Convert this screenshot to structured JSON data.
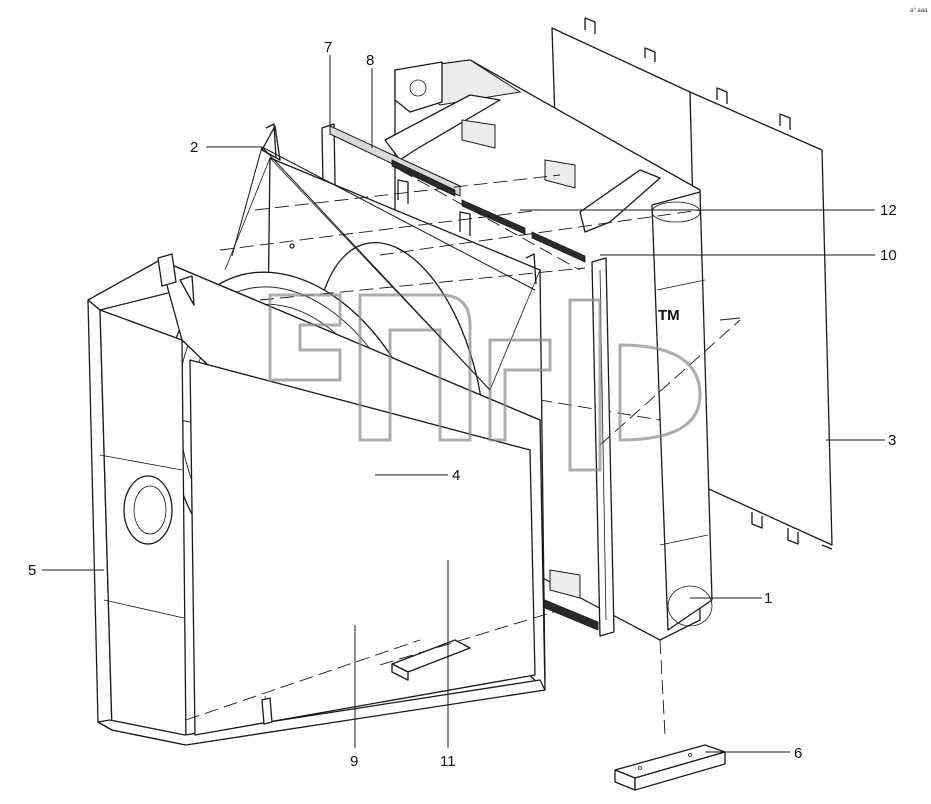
{
  "callouts": [
    "1",
    "2",
    "3",
    "4",
    "5",
    "6",
    "7",
    "8",
    "9",
    "10",
    "11",
    "12"
  ],
  "watermark": {
    "mark": "TM"
  },
  "corner_mark": "a° aaa"
}
